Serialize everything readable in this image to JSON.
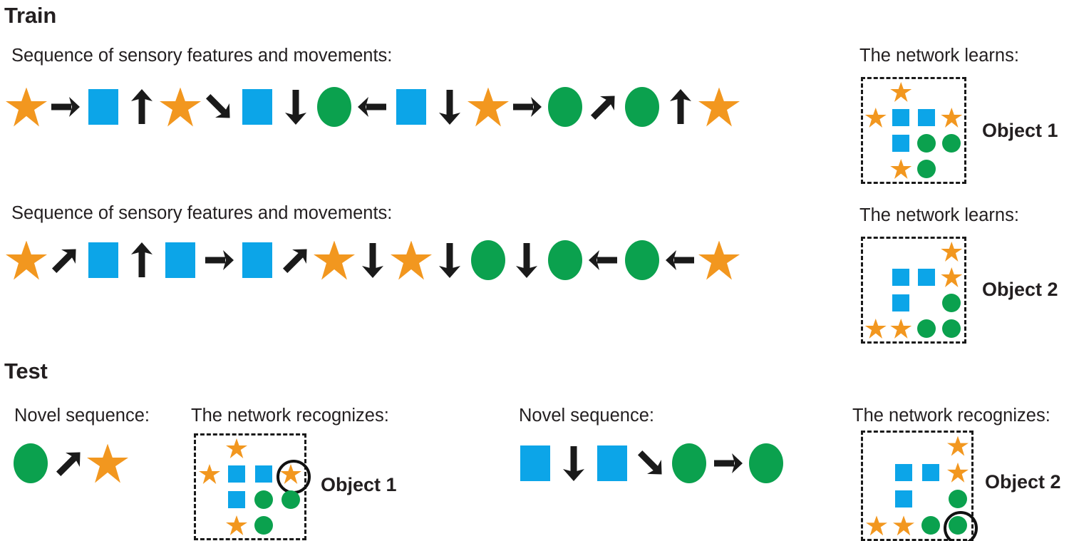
{
  "colors": {
    "star": "#f2971f",
    "square": "#0ca5e8",
    "circle": "#0ba14e",
    "arrow": "#1a1a1a",
    "text": "#231f20",
    "grid_border": "#1a1a1a",
    "highlight_ring": "#111111"
  },
  "sections": {
    "train": {
      "title": "Train"
    },
    "test": {
      "title": "Test"
    }
  },
  "captions": {
    "sequence": "Sequence of sensory features and movements:",
    "network_learns": "The network learns:",
    "novel_sequence": "Novel sequence:",
    "network_recognizes": "The network recognizes:"
  },
  "labels": {
    "object1": "Object 1",
    "object2": "Object 2"
  },
  "train_rows": [
    {
      "caption": "Sequence of sensory features and movements:",
      "learns_caption": "The network learns:",
      "object_label": "Object 1",
      "sequence": [
        {
          "kind": "shape",
          "shape": "star",
          "name": "star-feature"
        },
        {
          "kind": "arrow",
          "dir": "right",
          "name": "arrow-right"
        },
        {
          "kind": "shape",
          "shape": "square",
          "name": "square-feature"
        },
        {
          "kind": "arrow",
          "dir": "up",
          "name": "arrow-up"
        },
        {
          "kind": "shape",
          "shape": "star",
          "name": "star-feature"
        },
        {
          "kind": "arrow",
          "dir": "down-right",
          "name": "arrow-down-right"
        },
        {
          "kind": "shape",
          "shape": "square",
          "name": "square-feature"
        },
        {
          "kind": "arrow",
          "dir": "down",
          "name": "arrow-down"
        },
        {
          "kind": "shape",
          "shape": "circle",
          "name": "circle-feature"
        },
        {
          "kind": "arrow",
          "dir": "left",
          "name": "arrow-left"
        },
        {
          "kind": "shape",
          "shape": "square",
          "name": "square-feature"
        },
        {
          "kind": "arrow",
          "dir": "down",
          "name": "arrow-down"
        },
        {
          "kind": "shape",
          "shape": "star",
          "name": "star-feature"
        },
        {
          "kind": "arrow",
          "dir": "right",
          "name": "arrow-right"
        },
        {
          "kind": "shape",
          "shape": "circle",
          "name": "circle-feature"
        },
        {
          "kind": "arrow",
          "dir": "up-right",
          "name": "arrow-up-right"
        },
        {
          "kind": "shape",
          "shape": "circle",
          "name": "circle-feature"
        },
        {
          "kind": "arrow",
          "dir": "up",
          "name": "arrow-up"
        },
        {
          "kind": "shape",
          "shape": "star",
          "name": "star-feature"
        }
      ],
      "grid": [
        [
          "",
          "star",
          "",
          ""
        ],
        [
          "star",
          "square",
          "square",
          "star"
        ],
        [
          "",
          "square",
          "circle",
          "circle"
        ],
        [
          "",
          "star",
          "circle",
          ""
        ]
      ],
      "highlight": null
    },
    {
      "caption": "Sequence of sensory features and movements:",
      "learns_caption": "The network learns:",
      "object_label": "Object 2",
      "sequence": [
        {
          "kind": "shape",
          "shape": "star",
          "name": "star-feature"
        },
        {
          "kind": "arrow",
          "dir": "up-right",
          "name": "arrow-up-right"
        },
        {
          "kind": "shape",
          "shape": "square",
          "name": "square-feature"
        },
        {
          "kind": "arrow",
          "dir": "up",
          "name": "arrow-up"
        },
        {
          "kind": "shape",
          "shape": "square",
          "name": "square-feature"
        },
        {
          "kind": "arrow",
          "dir": "right",
          "name": "arrow-right"
        },
        {
          "kind": "shape",
          "shape": "square",
          "name": "square-feature"
        },
        {
          "kind": "arrow",
          "dir": "up-right",
          "name": "arrow-up-right"
        },
        {
          "kind": "shape",
          "shape": "star",
          "name": "star-feature"
        },
        {
          "kind": "arrow",
          "dir": "down",
          "name": "arrow-down"
        },
        {
          "kind": "shape",
          "shape": "star",
          "name": "star-feature"
        },
        {
          "kind": "arrow",
          "dir": "down",
          "name": "arrow-down"
        },
        {
          "kind": "shape",
          "shape": "circle",
          "name": "circle-feature"
        },
        {
          "kind": "arrow",
          "dir": "down",
          "name": "arrow-down"
        },
        {
          "kind": "shape",
          "shape": "circle",
          "name": "circle-feature"
        },
        {
          "kind": "arrow",
          "dir": "left",
          "name": "arrow-left"
        },
        {
          "kind": "shape",
          "shape": "circle",
          "name": "circle-feature"
        },
        {
          "kind": "arrow",
          "dir": "left",
          "name": "arrow-left"
        },
        {
          "kind": "shape",
          "shape": "star",
          "name": "star-feature"
        }
      ],
      "grid": [
        [
          "",
          "",
          "",
          "star"
        ],
        [
          "",
          "square",
          "square",
          "star"
        ],
        [
          "",
          "square",
          "",
          "circle"
        ],
        [
          "star",
          "star",
          "circle",
          "circle"
        ]
      ],
      "highlight": null
    }
  ],
  "test_panels": [
    {
      "caption": "Novel sequence:",
      "recognizes_caption": "The network recognizes:",
      "object_label": "Object 1",
      "sequence": [
        {
          "kind": "shape",
          "shape": "circle",
          "name": "circle-feature"
        },
        {
          "kind": "arrow",
          "dir": "up-right",
          "name": "arrow-up-right"
        },
        {
          "kind": "shape",
          "shape": "star",
          "name": "star-feature"
        }
      ],
      "grid": [
        [
          "",
          "star",
          "",
          ""
        ],
        [
          "star",
          "square",
          "square",
          "star"
        ],
        [
          "",
          "square",
          "circle",
          "circle"
        ],
        [
          "",
          "star",
          "circle",
          ""
        ]
      ],
      "highlight": {
        "row": 1,
        "col": 3
      }
    },
    {
      "caption": "Novel sequence:",
      "recognizes_caption": "The network recognizes:",
      "object_label": "Object 2",
      "sequence": [
        {
          "kind": "shape",
          "shape": "square",
          "name": "square-feature"
        },
        {
          "kind": "arrow",
          "dir": "down",
          "name": "arrow-down"
        },
        {
          "kind": "shape",
          "shape": "square",
          "name": "square-feature"
        },
        {
          "kind": "arrow",
          "dir": "down-right",
          "name": "arrow-down-right"
        },
        {
          "kind": "shape",
          "shape": "circle",
          "name": "circle-feature"
        },
        {
          "kind": "arrow",
          "dir": "right",
          "name": "arrow-right"
        },
        {
          "kind": "shape",
          "shape": "circle",
          "name": "circle-feature"
        }
      ],
      "grid": [
        [
          "",
          "",
          "",
          "star"
        ],
        [
          "",
          "square",
          "square",
          "star"
        ],
        [
          "",
          "square",
          "",
          "circle"
        ],
        [
          "star",
          "star",
          "circle",
          "circle"
        ]
      ],
      "highlight": {
        "row": 3,
        "col": 3
      }
    }
  ]
}
